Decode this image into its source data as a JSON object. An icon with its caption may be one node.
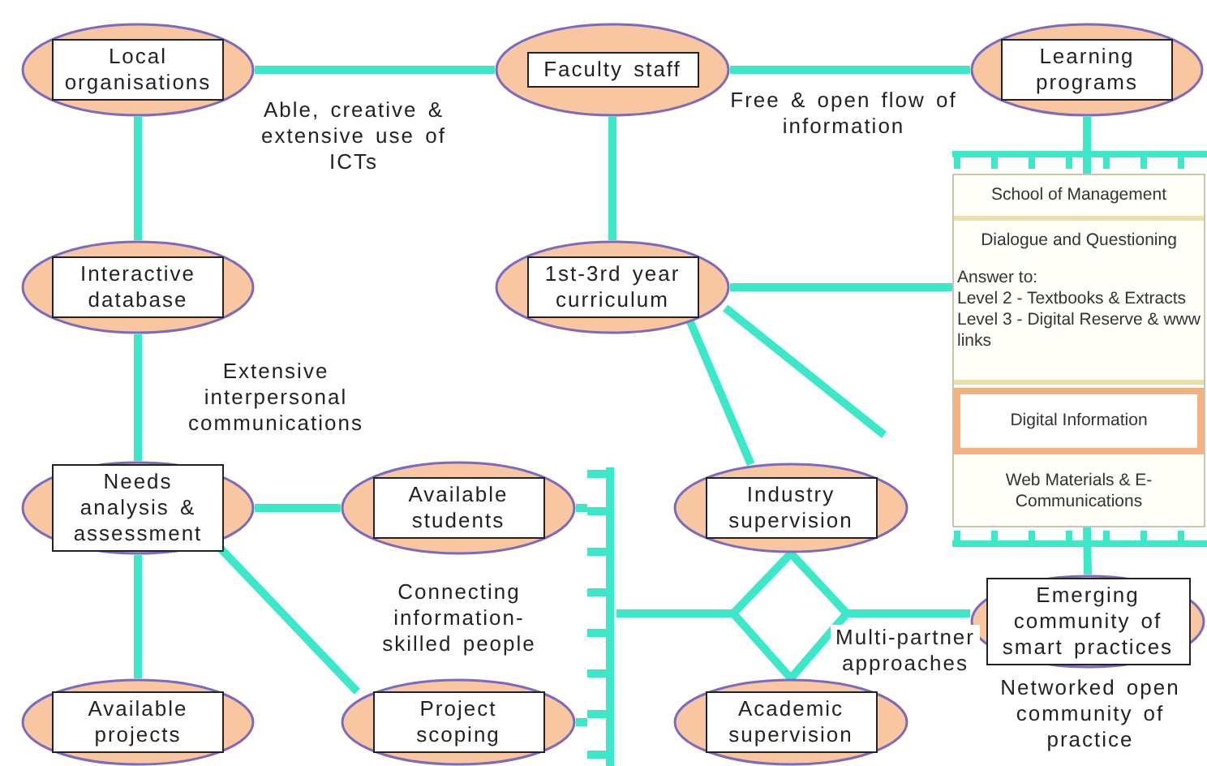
{
  "diagram": {
    "nodes": [
      {
        "text": [
          "Local organisations"
        ]
      },
      {
        "text": [
          "Faculty staff"
        ]
      },
      {
        "text": [
          "Learning programs"
        ]
      },
      {
        "text": [
          "Interactive database"
        ]
      },
      {
        "text": [
          "1st-3rd year curriculum"
        ]
      },
      {
        "text": [
          "School of Management",
          "Dialogue and Questioning",
          "Answer to:",
          "Level 2 - Textbooks & Extracts",
          "Level 3 - Digital Reserve & www links",
          "Web Materials & E-Communications"
        ]
      },
      {
        "text": [
          "Digital Information"
        ],
        "in": 5
      },
      {
        "text": [
          "Needs analysis & assessment"
        ]
      },
      {
        "text": [
          "Available students"
        ]
      },
      {
        "text": [
          "Industry supervision"
        ]
      },
      {
        "text": [
          "Available projects"
        ]
      },
      {
        "text": [
          "Project scoping"
        ]
      },
      {
        "text": [
          "Emerging community of smart practices"
        ],
        "beside": [
          "Networked open community of practice"
        ]
      },
      {
        "text": [
          "Academic supervision"
        ]
      },
      {
        "text": [],
        "shape": "bar"
      }
    ],
    "edges": [
      {
        "from": 0,
        "to": 1,
        "arrow": "none",
        "label": "Able, creative & extensive use of ICTs"
      },
      {
        "from": 1,
        "to": 2,
        "arrow": "none",
        "label": "Free & open flow of information"
      },
      {
        "from": 0,
        "to": 3,
        "arrow": "none"
      },
      {
        "from": 1,
        "to": 4,
        "arrow": "none"
      },
      {
        "from": 4,
        "to": 5,
        "arrow": "none"
      },
      {
        "from": 3,
        "to": 7,
        "arrow": "none",
        "label": "Extensive interpersonal communications"
      },
      {
        "from": 7,
        "to": 8,
        "arrow": "none"
      },
      {
        "from": 7,
        "to": 10,
        "arrow": "none"
      },
      {
        "from": 7,
        "to": 11,
        "arrow": "none"
      },
      {
        "from": 2,
        "to": 5,
        "arrow": "none"
      },
      {
        "from": 5,
        "to": 12,
        "arrow": "none"
      },
      {
        "from": 4,
        "to": 9,
        "arrow": "none"
      },
      {
        "from": 4,
        "to": null,
        "arrow": "none"
      },
      {
        "from": 8,
        "to": 14,
        "arrow": "none"
      },
      {
        "from": 11,
        "to": 14,
        "arrow": "none"
      },
      {
        "from": 14,
        "to": 9,
        "arrow": "none"
      },
      {
        "from": 14,
        "to": 13,
        "arrow": "none"
      },
      {
        "from": 9,
        "to": 12,
        "arrow": "none"
      },
      {
        "from": 13,
        "to": 12,
        "arrow": "none",
        "label": "Multi-partner approaches"
      }
    ],
    "labels": [
      "Connecting information-skilled people"
    ]
  }
}
